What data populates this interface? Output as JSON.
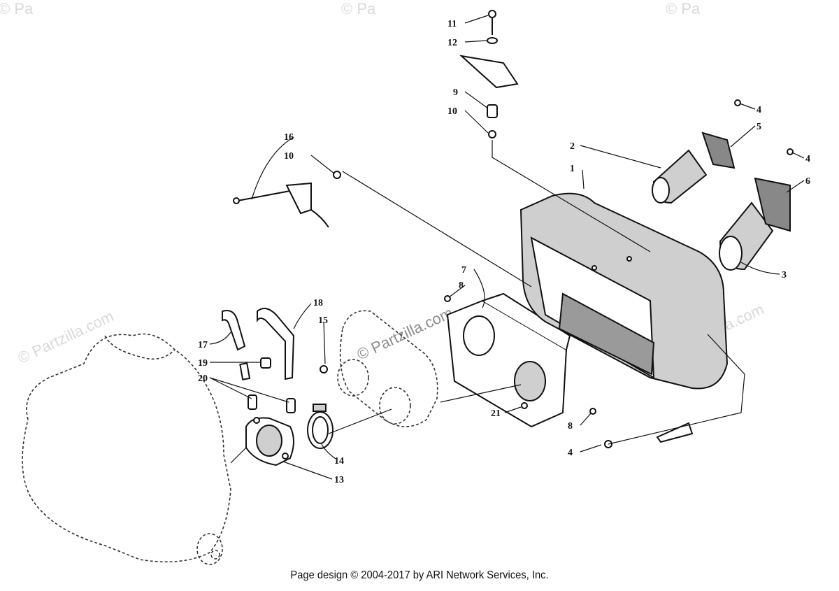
{
  "watermarks": {
    "brand": "Partzilla.com",
    "corner": "© Pa"
  },
  "callouts": [
    {
      "id": "c11",
      "label": "11"
    },
    {
      "id": "c12",
      "label": "12"
    },
    {
      "id": "c9",
      "label": "9"
    },
    {
      "id": "c10a",
      "label": "10"
    },
    {
      "id": "c4a",
      "label": "4"
    },
    {
      "id": "c5",
      "label": "5"
    },
    {
      "id": "c2",
      "label": "2"
    },
    {
      "id": "c4b",
      "label": "4"
    },
    {
      "id": "c1",
      "label": "1"
    },
    {
      "id": "c6",
      "label": "6"
    },
    {
      "id": "c16",
      "label": "16"
    },
    {
      "id": "c10b",
      "label": "10"
    },
    {
      "id": "c3",
      "label": "3"
    },
    {
      "id": "c7",
      "label": "7"
    },
    {
      "id": "c8a",
      "label": "8"
    },
    {
      "id": "c18",
      "label": "18"
    },
    {
      "id": "c15",
      "label": "15"
    },
    {
      "id": "c17",
      "label": "17"
    },
    {
      "id": "c19",
      "label": "19"
    },
    {
      "id": "c20",
      "label": "20"
    },
    {
      "id": "c21",
      "label": "21"
    },
    {
      "id": "c8b",
      "label": "8"
    },
    {
      "id": "c4c",
      "label": "4"
    },
    {
      "id": "c14",
      "label": "14"
    },
    {
      "id": "c13",
      "label": "13"
    }
  ],
  "footer": {
    "text": "Page design © 2004-2017 by ARI Network Services, Inc."
  }
}
